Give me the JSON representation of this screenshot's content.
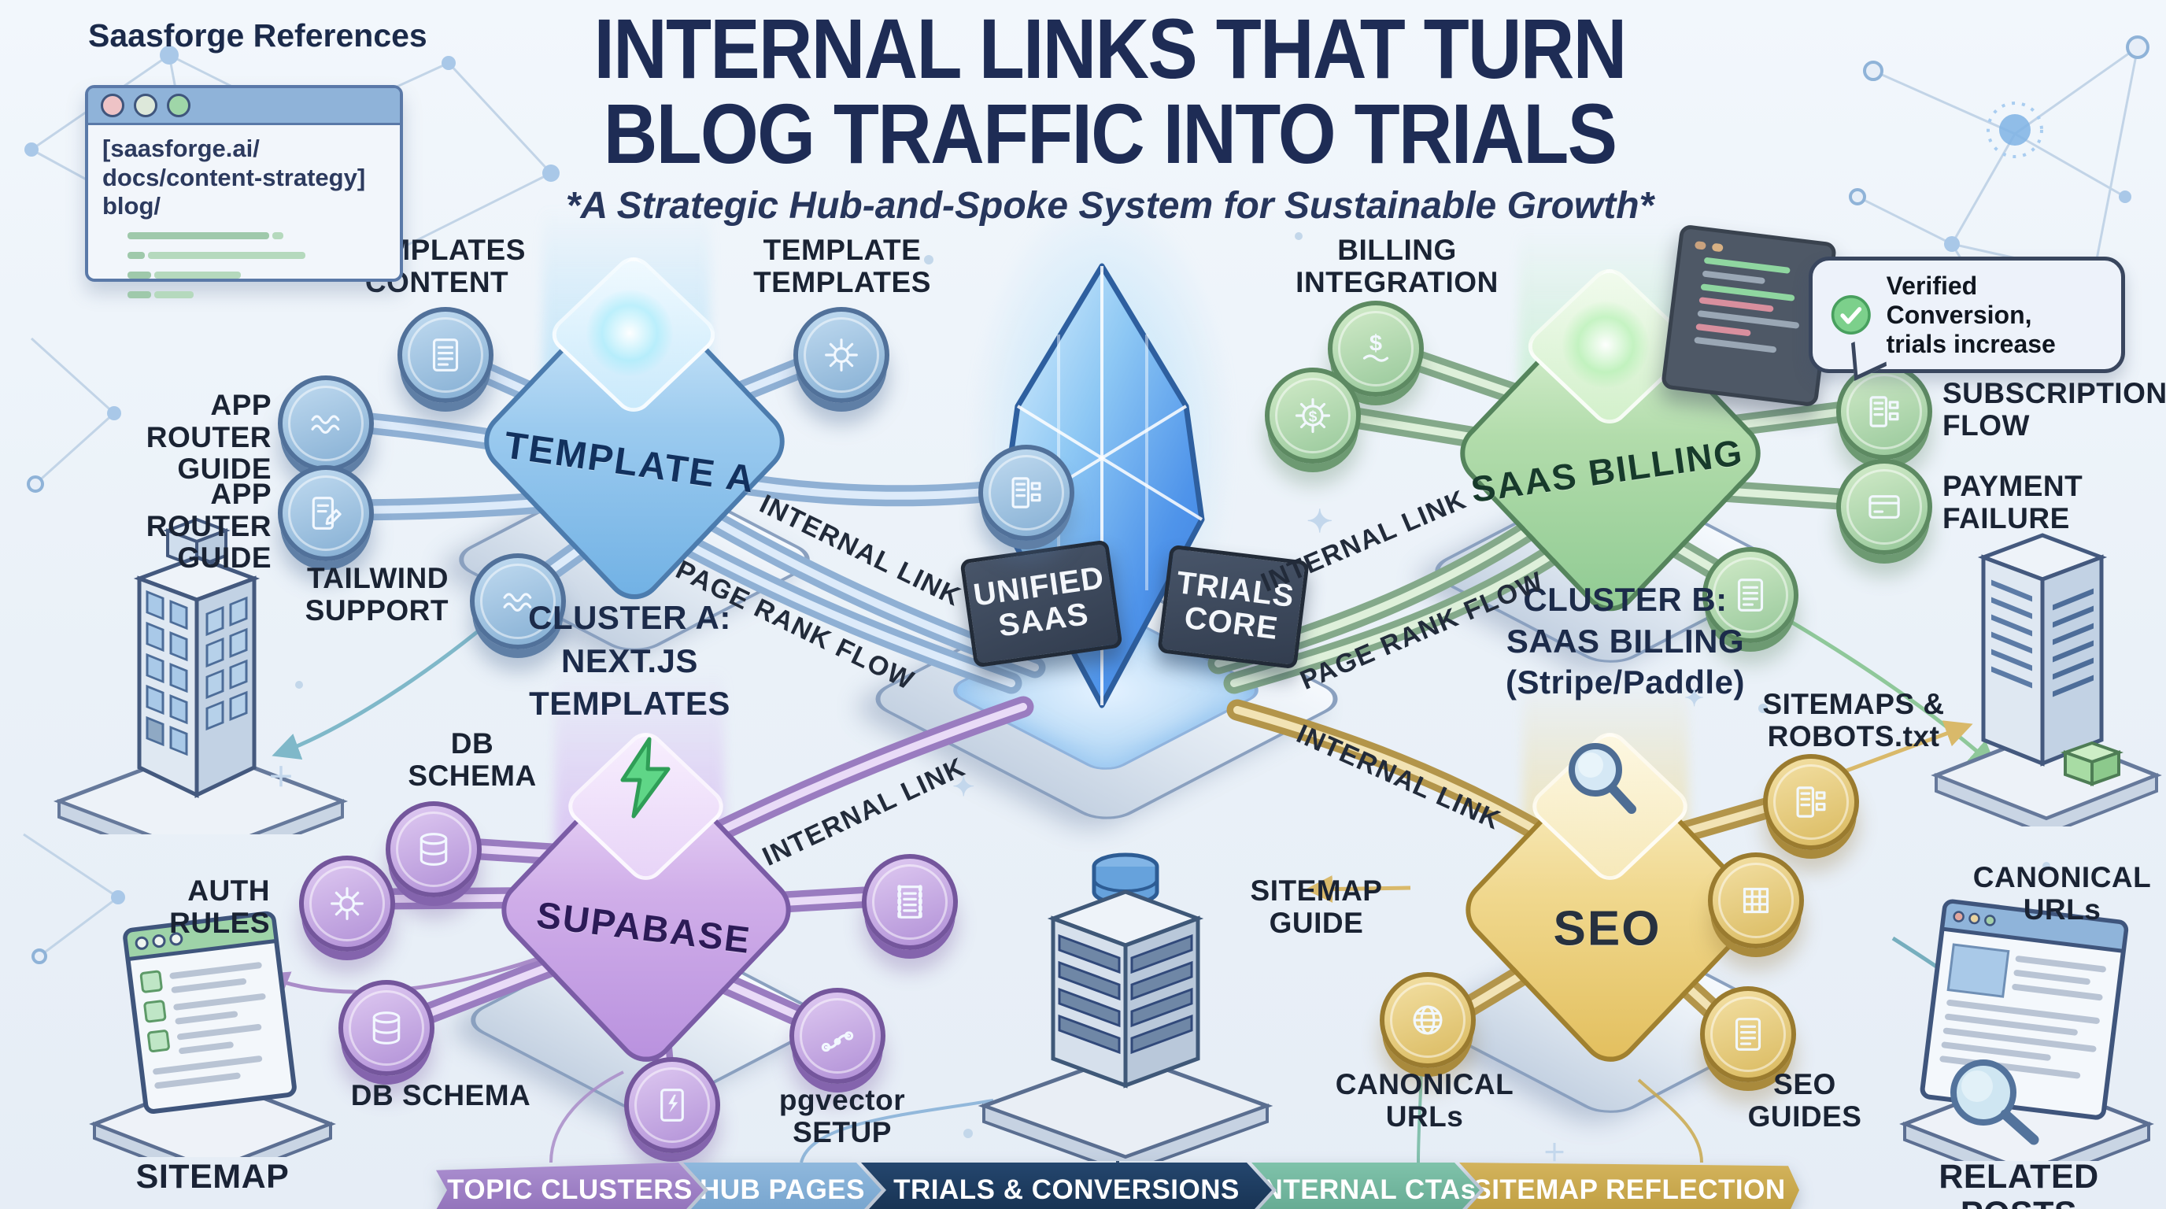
{
  "references": {
    "title": "Saasforge References",
    "line1": "[saasforge.ai/",
    "line2": "docs/content-strategy]",
    "line3": "blog/"
  },
  "title": {
    "line1": "INTERNAL LINKS THAT TURN",
    "line2": "BLOG TRAFFIC INTO TRIALS",
    "subtitle": "*A Strategic Hub-and-Spoke System for Sustainable Growth*"
  },
  "badge": {
    "text": "Verified Conversion,\ntrials increase"
  },
  "core": {
    "sign_left": "UNIFIED\nSAAS",
    "sign_right": "TRIALS\nCORE"
  },
  "clusters": {
    "template_a": {
      "hub_label": "TEMPLATE A",
      "caption": "CLUSTER A:\nNEXT.JS TEMPLATES",
      "sat_templates_content": "TEMPLATES\nCONTENT",
      "sat_template_templates": "TEMPLATE\nTEMPLATES",
      "sat_app_router_1": "APP ROUTER\nGUIDE",
      "sat_app_router_2": "APP ROUTER\nGUIDE",
      "sat_tailwind": "TAILWIND\nSUPPORT"
    },
    "saas_billing": {
      "hub_label": "SAAS BILLING",
      "caption": "CLUSTER B:\nSAAS BILLING\n(Stripe/Paddle)",
      "sat_billing_integration": "BILLING\nINTEGRATION",
      "sat_subscription_flow": "SUBSCRIPTION\nFLOW",
      "sat_payment_failure": "PAYMENT\nFAILURE"
    },
    "supabase": {
      "hub_label": "SUPABASE",
      "sat_db_schema_top": "DB\nSCHEMA",
      "sat_auth_rules": "AUTH\nRULES",
      "sat_db_schema_bottom": "DB SCHEMA",
      "sat_pgvector": "pgvector\nSETUP"
    },
    "seo": {
      "hub_label": "SEO",
      "sat_sitemaps_robots": "SITEMAPS &\nROBOTS.txt",
      "sat_canonical_right": "CANONICAL\nURLs",
      "sat_seo_guides": "SEO\nGUIDES",
      "sat_canonical_left": "CANONICAL\nURLs",
      "sat_sitemap_guide": "SITEMAP\nGUIDE"
    }
  },
  "edge_labels": {
    "left_internal": "INTERNAL LINK",
    "left_pagerank": "PAGE RANK FLOW",
    "right_internal": "INTERNAL LINK",
    "right_pagerank": "PAGE RANK FLOW",
    "supabase_internal": "INTERNAL LINK",
    "seo_internal": "INTERNAL LINK"
  },
  "props": {
    "sitemap": "SITEMAP",
    "related_posts": "RELATED POSTS"
  },
  "legend": {
    "items": [
      {
        "label": "TOPIC CLUSTERS",
        "color": "#9d7fc4"
      },
      {
        "label": "HUB PAGES",
        "color": "#82aed6"
      },
      {
        "label": "TRIALS & CONVERSIONS",
        "color": "#1d3a5f"
      },
      {
        "label": "INTERNAL CTAs",
        "color": "#72b9a1"
      },
      {
        "label": "SITEMAP REFLECTION",
        "color": "#c9a84c"
      }
    ]
  },
  "colors": {
    "background": "#eef3f9",
    "title_text": "#1e2c55",
    "cluster_a": "#7db9e8",
    "cluster_b": "#93cc96",
    "cluster_supabase": "#bb93e0",
    "cluster_seo": "#e3c05e",
    "core_crystal": "#4f94ea",
    "check_green": "#7cd08b"
  }
}
